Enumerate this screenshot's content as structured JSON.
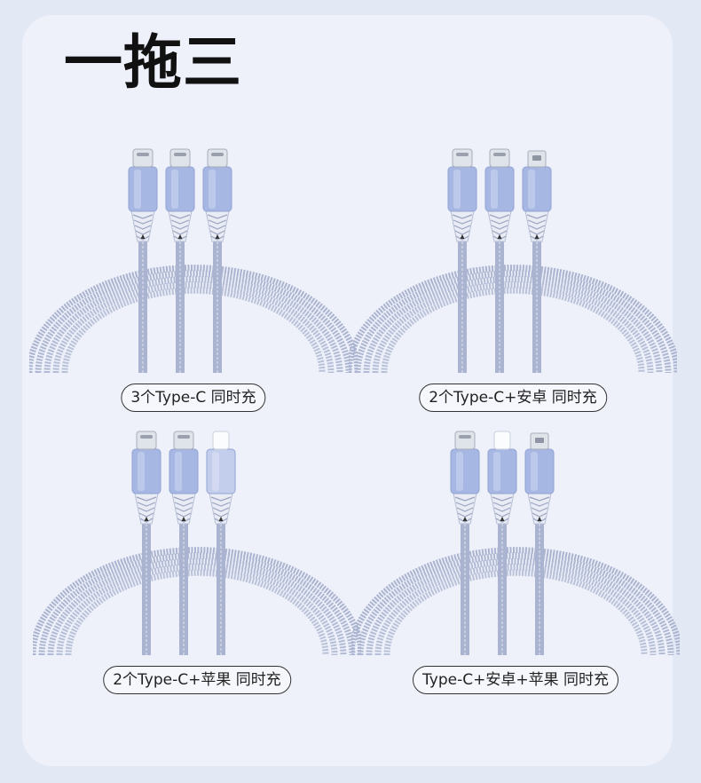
{
  "title": "一拖三",
  "colors": {
    "background": "#e3e8f5",
    "card": "#eef1fa",
    "cable": "#aab3cf",
    "head_blue": "#a7b7e3",
    "metal": "#dfe3ea"
  },
  "options": [
    {
      "label": "3个Type-C 同时充",
      "connectors": [
        "usb-c",
        "usb-c",
        "usb-c"
      ]
    },
    {
      "label": "2个Type-C+安卓 同时充",
      "connectors": [
        "usb-c",
        "usb-c",
        "micro-usb"
      ]
    },
    {
      "label": "2个Type-C+苹果 同时充",
      "connectors": [
        "usb-c",
        "usb-c",
        "lightning"
      ]
    },
    {
      "label": "Type-C+安卓+苹果 同时充",
      "connectors": [
        "usb-c",
        "lightning",
        "micro-usb"
      ]
    }
  ]
}
